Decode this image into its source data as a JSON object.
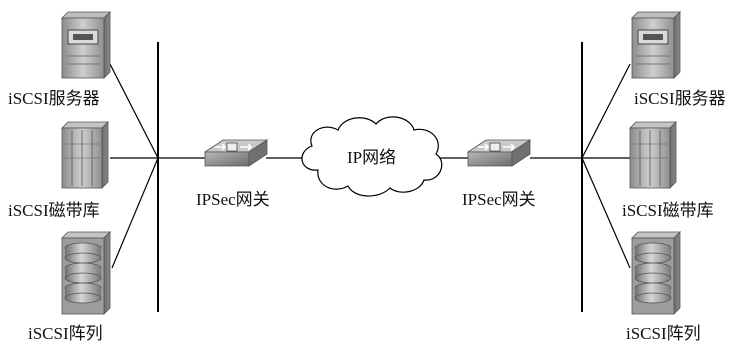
{
  "left_devices": {
    "server_label": "iSCSI服务器",
    "tape_label": "iSCSI磁带库",
    "array_label": "iSCSI阵列"
  },
  "right_devices": {
    "server_label": "iSCSI服务器",
    "tape_label": "iSCSI磁带库",
    "array_label": "iSCSI阵列"
  },
  "left_gateway_label": "IPSec网关",
  "right_gateway_label": "IPSec网关",
  "network_label": "IP网络",
  "colors": {
    "line": "#000000",
    "device_gray": "#9a9a9a",
    "cloud_fill": "#ffffff"
  },
  "icons": [
    "server-icon",
    "tape-library-icon",
    "disk-array-icon",
    "gateway-icon",
    "cloud-icon"
  ]
}
